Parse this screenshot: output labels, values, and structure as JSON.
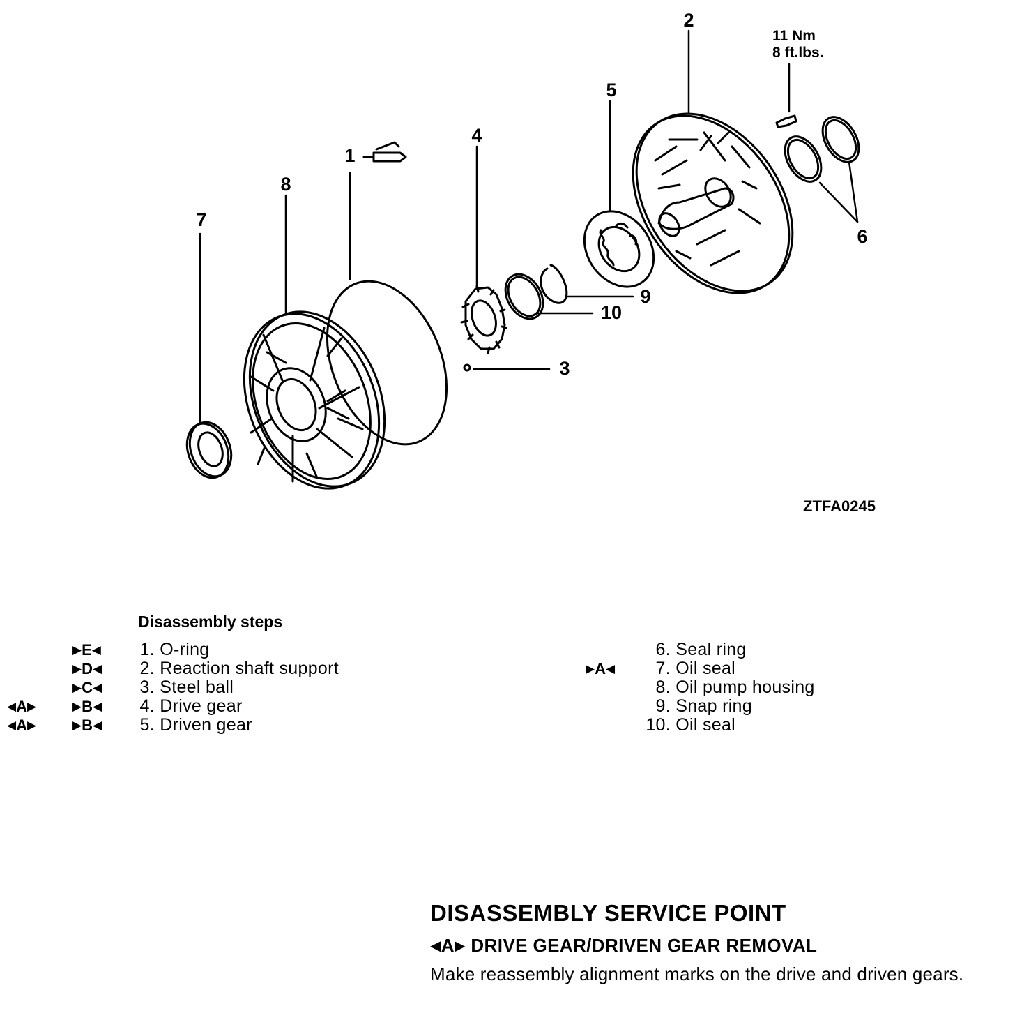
{
  "diagram": {
    "callouts": {
      "c1": "1",
      "c2": "2",
      "c3": "3",
      "c4": "4",
      "c5": "5",
      "c6": "6",
      "c7": "7",
      "c8": "8",
      "c9": "9",
      "c10": "10"
    },
    "torque": {
      "nm": "11 Nm",
      "ftlbs": "8 ft.lbs."
    },
    "figure_id": "ZTFA0245"
  },
  "disassembly_steps": {
    "title": "Disassembly steps",
    "left": [
      {
        "disassembly_mark": "",
        "reassembly_mark": "E",
        "number": "1.",
        "label": "O-ring"
      },
      {
        "disassembly_mark": "",
        "reassembly_mark": "D",
        "number": "2.",
        "label": "Reaction shaft support"
      },
      {
        "disassembly_mark": "",
        "reassembly_mark": "C",
        "number": "3.",
        "label": "Steel ball"
      },
      {
        "disassembly_mark": "A",
        "reassembly_mark": "B",
        "number": "4.",
        "label": "Drive gear"
      },
      {
        "disassembly_mark": "A",
        "reassembly_mark": "B",
        "number": "5.",
        "label": "Driven gear"
      }
    ],
    "right": [
      {
        "reassembly_mark": "",
        "number": "6.",
        "label": "Seal ring"
      },
      {
        "reassembly_mark": "A",
        "number": "7.",
        "label": "Oil seal"
      },
      {
        "reassembly_mark": "",
        "number": "8.",
        "label": "Oil pump housing"
      },
      {
        "reassembly_mark": "",
        "number": "9.",
        "label": "Snap ring"
      },
      {
        "reassembly_mark": "",
        "number": "10.",
        "label": "Oil seal"
      }
    ]
  },
  "service_point": {
    "title": "DISASSEMBLY SERVICE POINT",
    "subtitle_mark": "A",
    "subtitle": "DRIVE GEAR/DRIVEN GEAR REMOVAL",
    "text": "Make reassembly alignment marks on the drive and driven gears."
  }
}
